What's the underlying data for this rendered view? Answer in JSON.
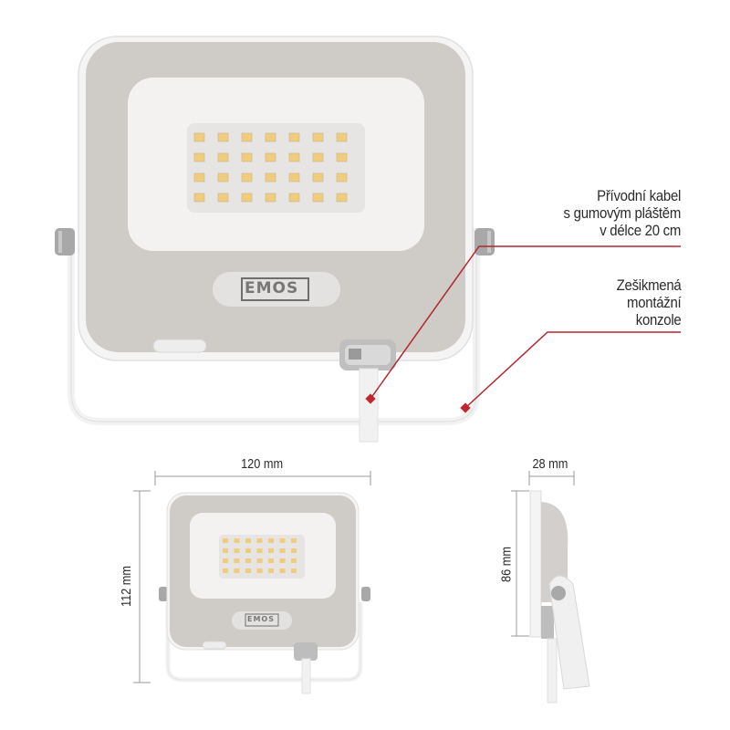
{
  "main_view": {
    "brand_logo": "EMOS",
    "led_grid": {
      "rows": 4,
      "cols": 7
    },
    "callouts": [
      {
        "id": "cable",
        "lines": [
          "Přívodní kabel",
          "s gumovým pláštěm",
          "v délce 20 cm"
        ]
      },
      {
        "id": "bracket",
        "lines": [
          "Zešikmená",
          "montážní",
          "konzole"
        ]
      }
    ]
  },
  "front_dimensions": {
    "width_label": "120 mm",
    "height_label": "112 mm",
    "brand_logo": "EMOS"
  },
  "side_dimensions": {
    "depth_label": "28 mm",
    "height_label": "86 mm"
  },
  "colors": {
    "callout_line": "#b3262e",
    "housing_grey": "#cfcbc7",
    "frame_white": "#f4f4f4",
    "led_warm": "#f0cf7e",
    "text": "#2b2b2b"
  }
}
